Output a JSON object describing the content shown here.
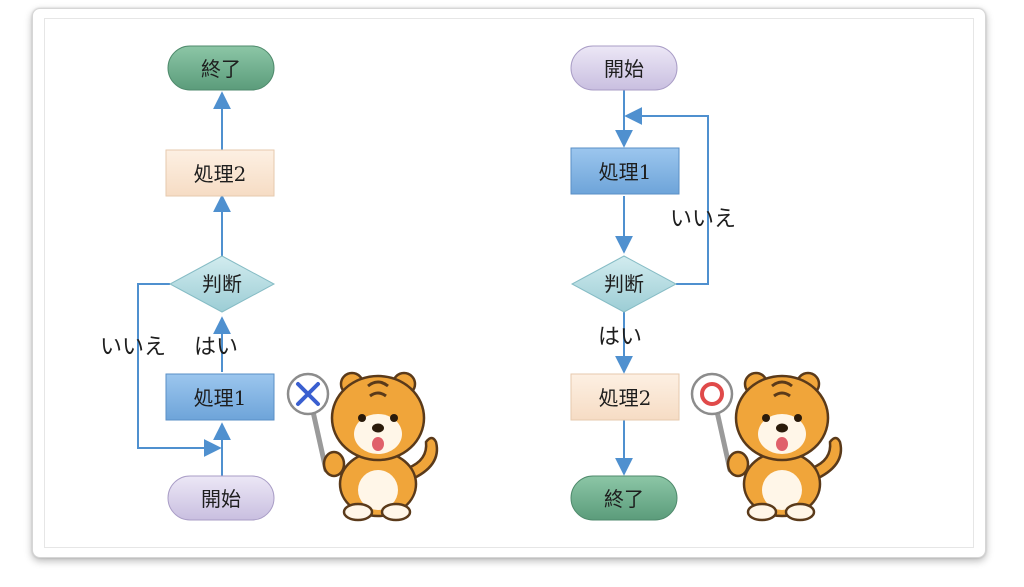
{
  "left_flow": {
    "terminal_end": "終了",
    "process_2": "処理2",
    "decision": "判断",
    "process_1": "処理1",
    "terminal_start": "開始",
    "edge_yes": "はい",
    "edge_no": "いいえ",
    "verdict_icon": "cross-mark-sign-icon"
  },
  "right_flow": {
    "terminal_start": "開始",
    "process_1": "処理1",
    "decision": "判断",
    "process_2": "処理2",
    "terminal_end": "終了",
    "edge_yes": "はい",
    "edge_no": "いいえ",
    "verdict_icon": "circle-mark-sign-icon"
  },
  "colors": {
    "terminal_green": "#6fae8e",
    "terminal_purple": "#d9d2ea",
    "process_blue": "#82b4e4",
    "process_peach": "#fbe6d2",
    "decision": "#b6dde3",
    "arrow": "#4f90cf",
    "tiger_orange": "#f0a53a"
  }
}
